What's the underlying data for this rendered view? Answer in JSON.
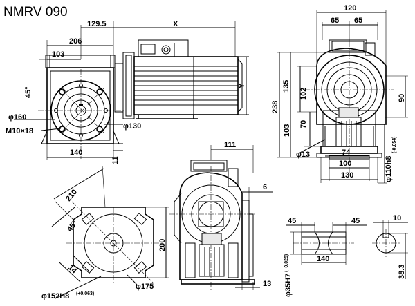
{
  "title": "NMRV 090",
  "dims": {
    "d129_5": "129.5",
    "dX": "X",
    "d206": "206",
    "d103a": "103",
    "d45deg_a": "45°",
    "dY": "Y",
    "d160": "φ160",
    "dM10": "M10×18",
    "d130": "φ130",
    "d140a": "140",
    "d11": "11",
    "d120": "120",
    "d65a": "65",
    "d65b": "65",
    "d238": "238",
    "d135": "135",
    "d102": "102",
    "d103b": "103",
    "d70": "70",
    "d90": "90",
    "d13a": "φ13",
    "d74": "74",
    "d100": "100",
    "d130b": "130",
    "d110h8": "φ110h8",
    "d110tol": "(-0.054)",
    "d111": "111",
    "d6": "6",
    "d210": "210",
    "d45deg_b": "45°",
    "d200": "200",
    "d14": "14",
    "d152h8": "φ152H8",
    "d152tol": "(+0.063)",
    "d175": "φ175",
    "d13b": "13",
    "d45c": "45",
    "d45d": "45",
    "d140c": "140",
    "d35h7": "φ35H7",
    "d35tol": "(+0.025)",
    "d10": "10",
    "d38_3": "38.3"
  }
}
